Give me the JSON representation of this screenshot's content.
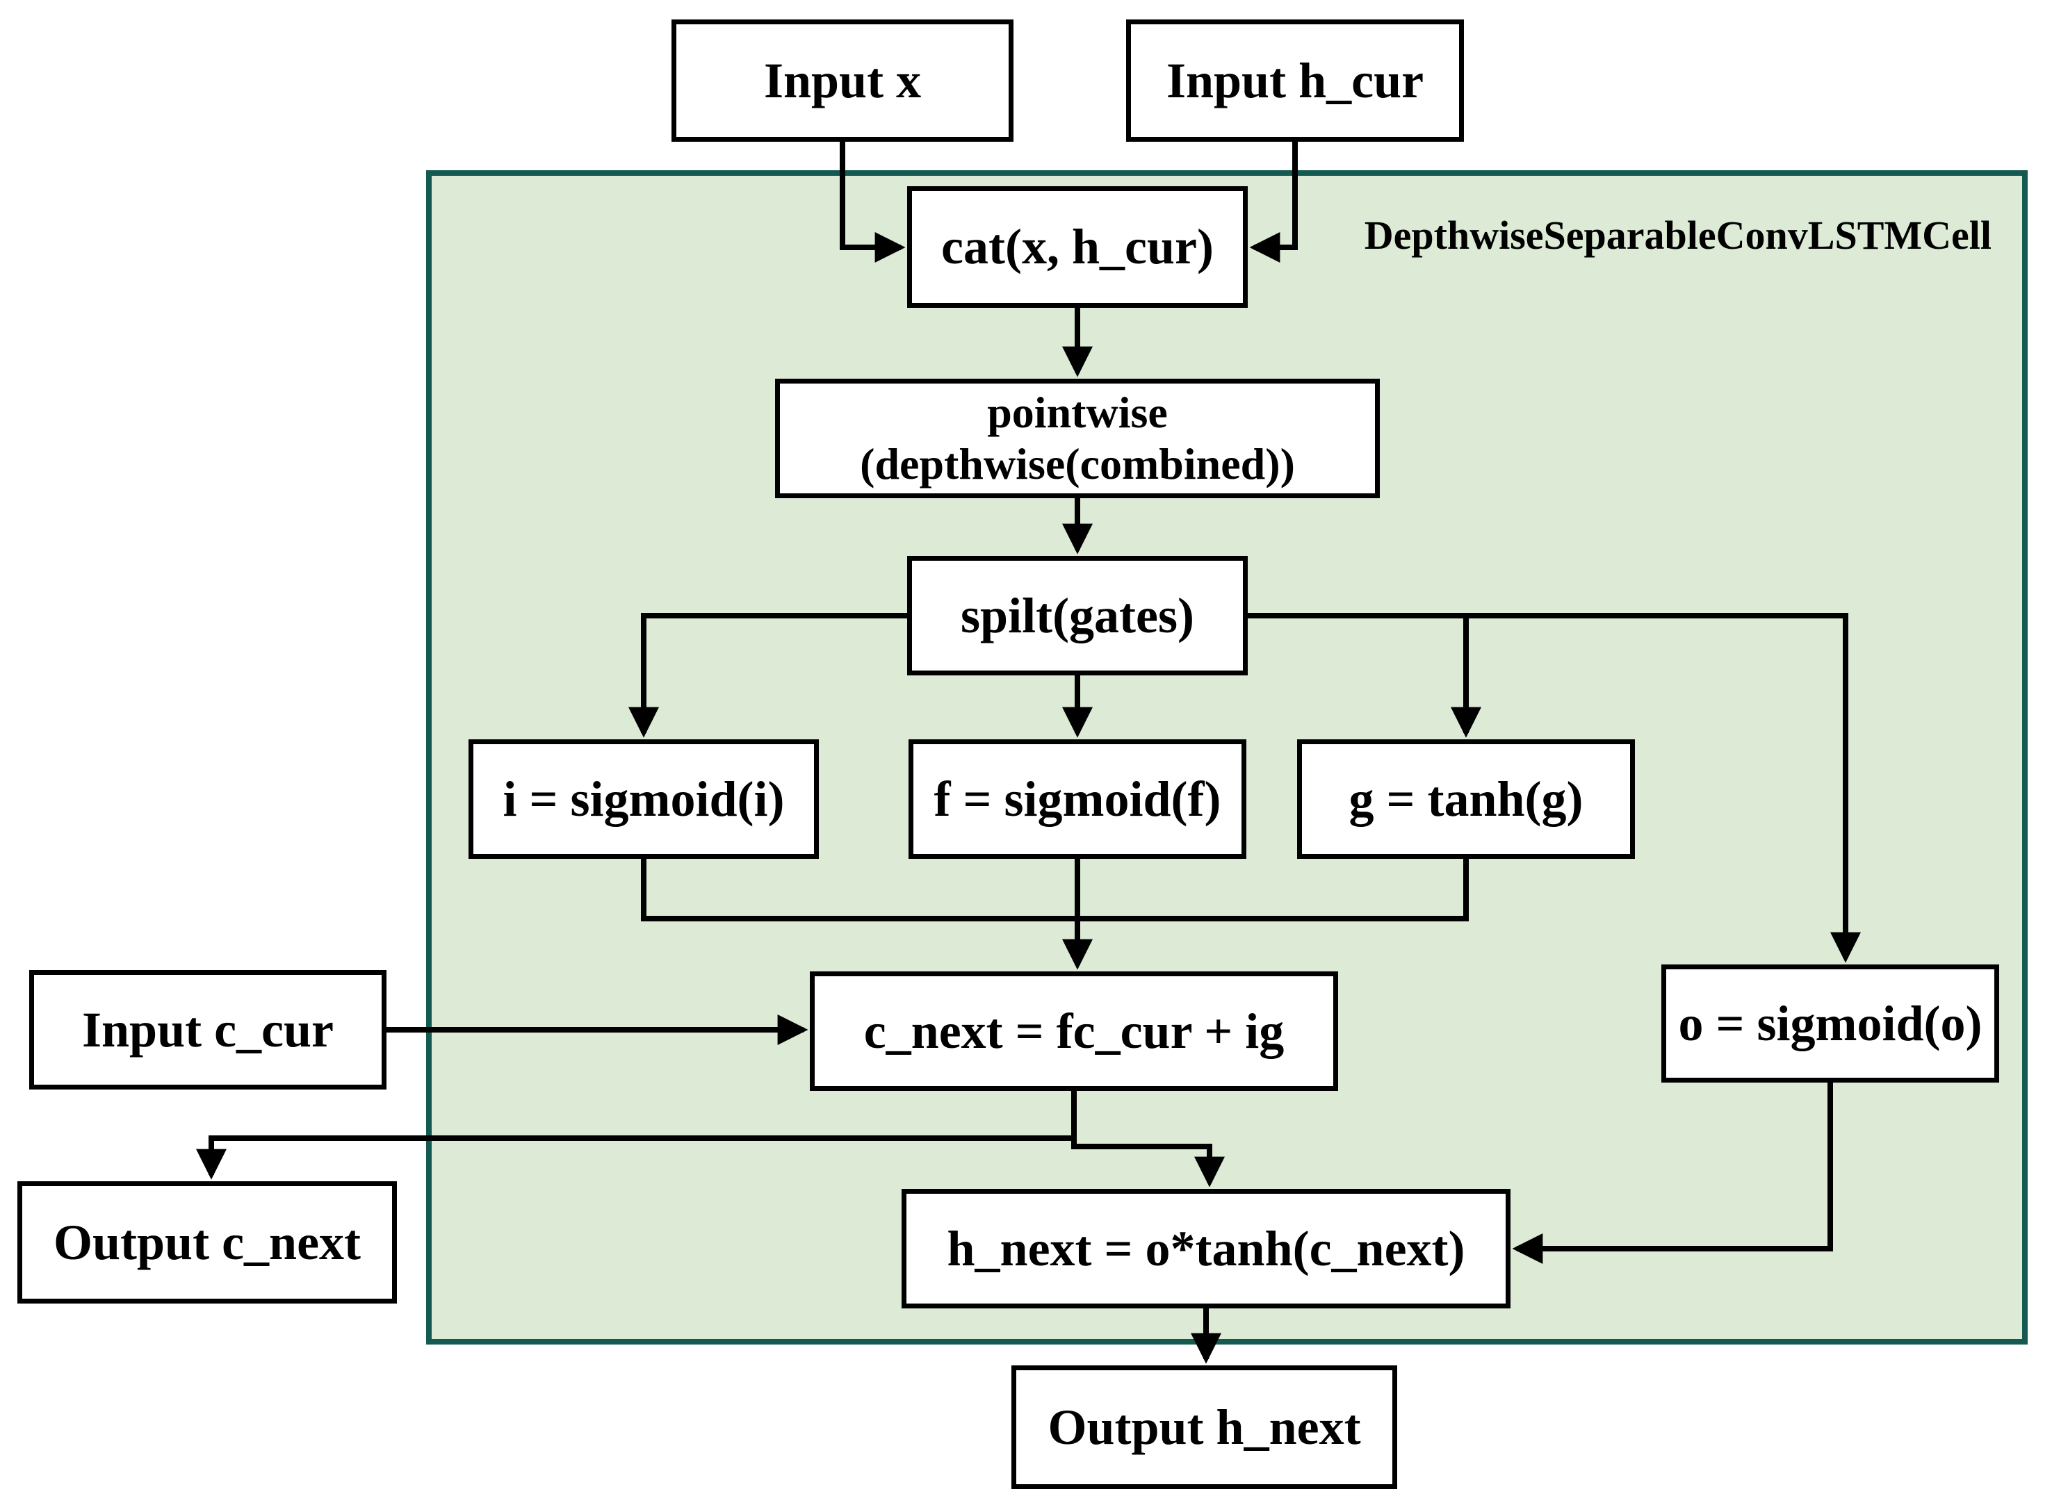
{
  "diagram": {
    "container_label": "DepthwiseSeparableConvLSTMCell",
    "colors": {
      "background": "#ffffff",
      "container_fill": "#dcead6",
      "container_border": "#155a50",
      "box_fill": "#ffffff",
      "box_border": "#000000",
      "arrow": "#000000",
      "text": "#000000"
    },
    "nodes": {
      "input_x": {
        "label": "Input x"
      },
      "input_h_cur": {
        "label": "Input h_cur"
      },
      "cat": {
        "label": "cat(x, h_cur)"
      },
      "pointwise": {
        "line1": "pointwise",
        "line2": "(depthwise(combined))"
      },
      "split_gates": {
        "label": "spilt(gates)"
      },
      "i_gate": {
        "label": "i = sigmoid(i)"
      },
      "f_gate": {
        "label": "f = sigmoid(f)"
      },
      "g_gate": {
        "label": "g = tanh(g)"
      },
      "o_gate": {
        "label": "o = sigmoid(o)"
      },
      "input_c_cur": {
        "label": "Input c_cur"
      },
      "c_next": {
        "label": "c_next = fc_cur + ig"
      },
      "output_c_next": {
        "label": "Output c_next"
      },
      "h_next": {
        "label": "h_next = o*tanh(c_next)"
      },
      "output_h_next": {
        "label": "Output h_next"
      }
    }
  }
}
